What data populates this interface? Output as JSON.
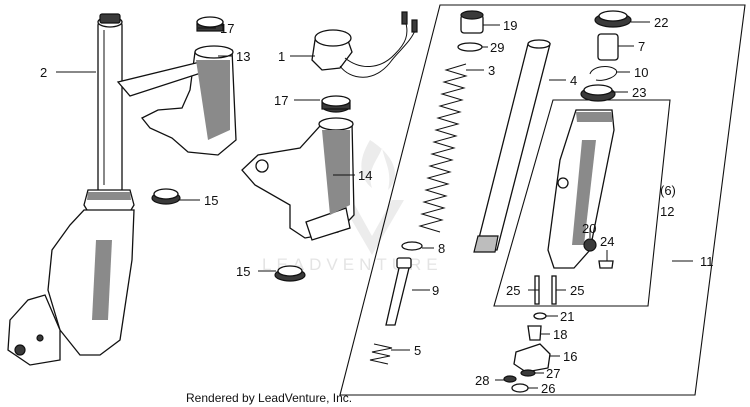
{
  "diagram": {
    "callouts": {
      "c1": "1",
      "c2": "2",
      "c3": "3",
      "c4": "4",
      "c5": "5",
      "c6": "(6)",
      "c7": "7",
      "c8": "8",
      "c9": "9",
      "c10": "10",
      "c11": "11",
      "c12": "12",
      "c13": "13",
      "c14": "14",
      "c15a": "15",
      "c15b": "15",
      "c16": "16",
      "c17a": "17",
      "c17b": "17",
      "c18": "18",
      "c19": "19",
      "c20": "20",
      "c21": "21",
      "c22": "22",
      "c23": "23",
      "c24": "24",
      "c25a": "25",
      "c25b": "25",
      "c26": "26",
      "c27": "27",
      "c28": "28",
      "c29": "29"
    },
    "watermark": "LEADVENTURE",
    "credit": "Rendered by LeadVenture, Inc."
  },
  "colors": {
    "ink": "#111111",
    "dark_fill": "#3a3a3a",
    "watermark": "#e4e4e4"
  }
}
